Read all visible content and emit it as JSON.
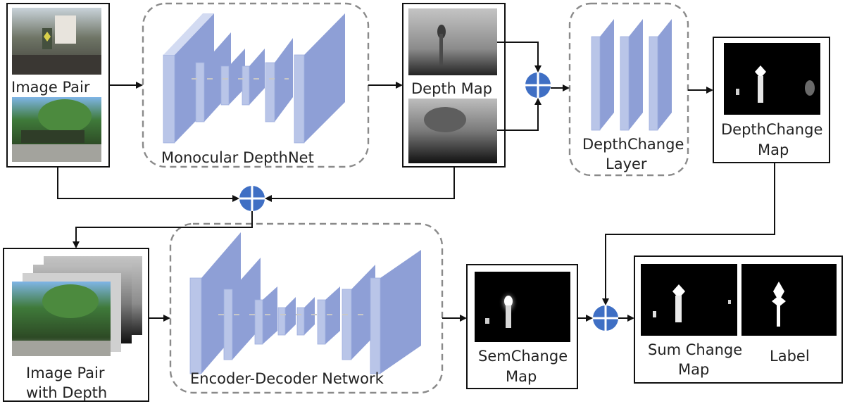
{
  "labels": {
    "image_pair": "Image Pair",
    "monocular_depthnet": "Monocular DepthNet",
    "depth_map": "Depth Map",
    "depthchange_layer_l1": "DepthChange",
    "depthchange_layer_l2": "Layer",
    "depthchange_map_l1": "DepthChange",
    "depthchange_map_l2": "Map",
    "image_pair_depth_l1": "Image Pair",
    "image_pair_depth_l2": "with Depth",
    "encoder_decoder": "Encoder-Decoder Network",
    "semchange_l1": "SemChange",
    "semchange_l2": "Map",
    "sum_change_l1": "Sum Change",
    "sum_change_l2": "Map",
    "label": "Label"
  },
  "colors": {
    "layer_blue": "#b9c5e8",
    "fusion_blue": "#3f6fc4",
    "dash_gray": "#8a8a8a"
  },
  "icons": {
    "fusion": "plus-circle-icon",
    "arrow": "arrow-head-icon"
  }
}
